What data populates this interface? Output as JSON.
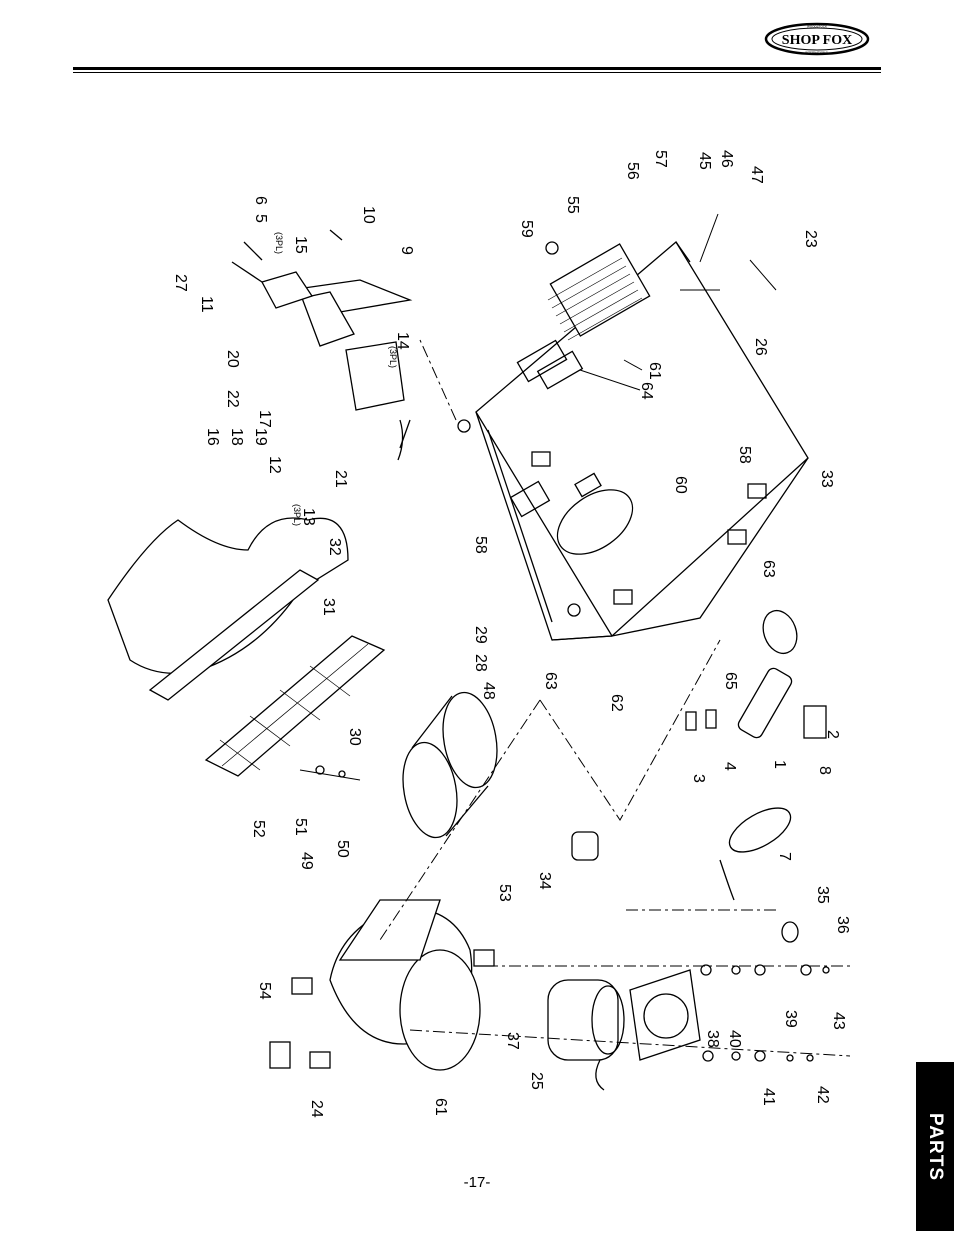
{
  "header": {
    "logo_text": "SHOP FOX",
    "logo_ring_top": "WOODSTOCK",
    "logo_ring_bottom": "INTERNATIONAL"
  },
  "diagram": {
    "callouts": [
      "1",
      "2",
      "3",
      "4",
      "5",
      "6",
      "7",
      "8",
      "9",
      "10",
      "11",
      "12",
      "13",
      "14",
      "15",
      "16",
      "17",
      "18",
      "19",
      "20",
      "21",
      "22",
      "23",
      "24",
      "25",
      "26",
      "27",
      "28",
      "29",
      "30",
      "31",
      "32",
      "33",
      "34",
      "35",
      "36",
      "37",
      "38",
      "39",
      "40",
      "41",
      "42",
      "43",
      "45",
      "46",
      "47",
      "48",
      "49",
      "50",
      "51",
      "52",
      "53",
      "54",
      "55",
      "56",
      "57",
      "58",
      "58",
      "59",
      "60",
      "61",
      "61",
      "62",
      "63",
      "63",
      "64",
      "65"
    ],
    "qty_notes": [
      "(3PL)",
      "(3PL)",
      "(3PL)"
    ]
  },
  "footer": {
    "page_number": "-17-",
    "section_tab": "PARTS"
  }
}
